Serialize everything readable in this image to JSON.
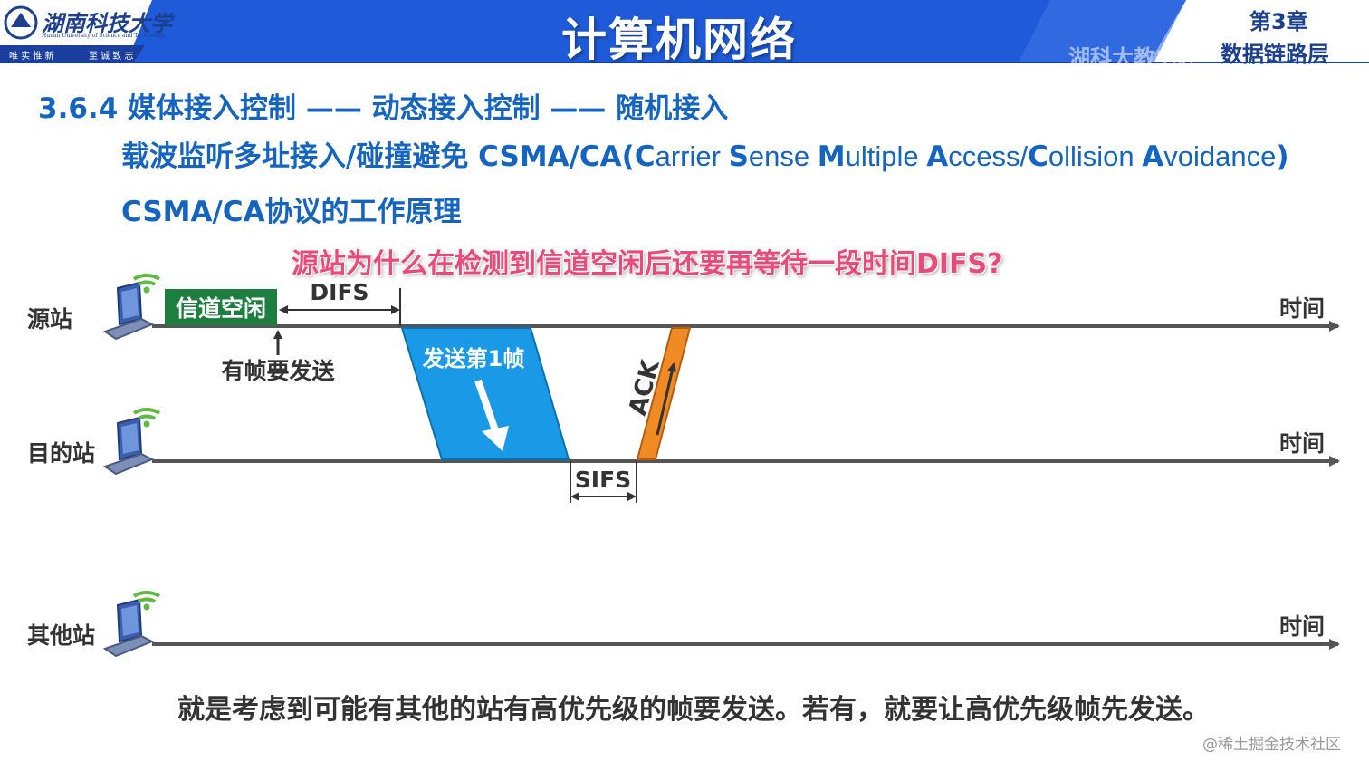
{
  "header": {
    "university_name": "湖南科技大学",
    "university_name_en": "Hunan University of Science and Technology",
    "motto_left": "唯 实 惟 新",
    "motto_right": "至 诚 致 志",
    "title": "计算机网络",
    "chapter": "第3章",
    "chapter_subtitle": "数据链路层",
    "watermark": "湖科大教书匠",
    "colors": {
      "banner": "#1f5bd8",
      "banner_dark": "#1a3f9e",
      "text_blue": "#1c3f8f"
    }
  },
  "content": {
    "line1": "3.6.4 媒体接入控制 —— 动态接入控制 —— 随机接入",
    "line2_zh": "载波监听多址接入/碰撞避免 CSMA/CA(",
    "line2_en": [
      {
        "b": "C",
        "r": "arrier "
      },
      {
        "b": "S",
        "r": "ense "
      },
      {
        "b": "M",
        "r": "ultiple "
      },
      {
        "b": "A",
        "r": "ccess/"
      },
      {
        "b": "C",
        "r": "ollision "
      },
      {
        "b": "A",
        "r": "voidance"
      }
    ],
    "line2_close": ")",
    "line3": "CSMA/CA协议的工作原理",
    "question": "源站为什么在检测到信道空闲后还要再等待一段时间DIFS?",
    "answer": "就是考虑到可能有其他的站有高优先级的帧要发送。若有，就要让高优先级帧先发送。",
    "colors": {
      "heading": "#1565c0",
      "question": "#e84a7a",
      "text": "#333333"
    }
  },
  "diagram": {
    "stations": [
      {
        "label": "源站"
      },
      {
        "label": "目的站"
      },
      {
        "label": "其他站"
      }
    ],
    "time_label": "时间",
    "channel_idle": "信道空闲",
    "difs": "DIFS",
    "has_frame": "有帧要发送",
    "send_frame": "发送第1帧",
    "ack": "ACK",
    "sifs": "SIFS",
    "colors": {
      "idle": "#1d7f3f",
      "frame": "#1a9ae6",
      "ack": "#f08a24",
      "axis": "#555555",
      "wifi": "#5fb944"
    },
    "icons": [
      "laptop-icon",
      "wifi-icon"
    ]
  },
  "footer": {
    "watermark": "@稀土掘金技术社区"
  }
}
